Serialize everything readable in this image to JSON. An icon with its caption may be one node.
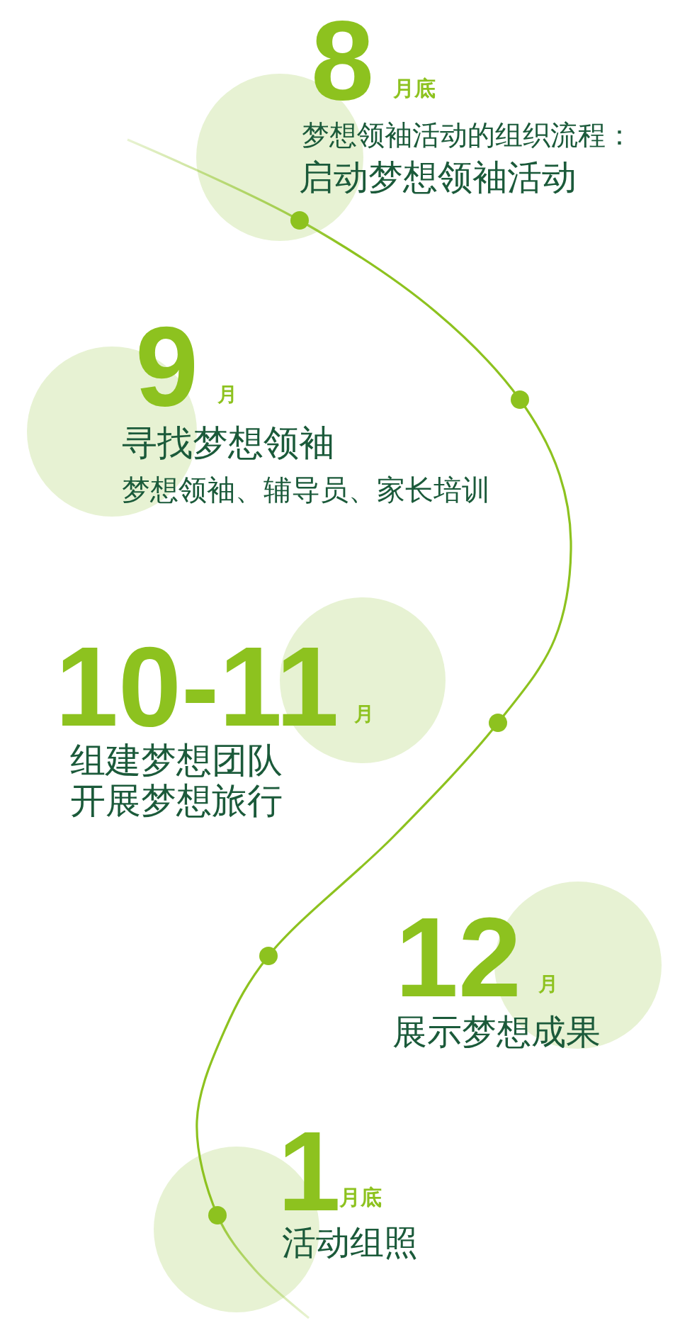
{
  "diagram": {
    "labels": [
      "8",
      "月底",
      "梦想领袖活动的组织流程：",
      "启动梦想领袖活动",
      "9",
      "月",
      "寻找梦想领袖",
      "梦想领袖、辅导员、家长培训",
      "10-11",
      "月",
      "组建梦想团队",
      "开展梦想旅行",
      "12",
      "月",
      "展示梦想成果",
      "1",
      "月底",
      "活动组照"
    ]
  }
}
